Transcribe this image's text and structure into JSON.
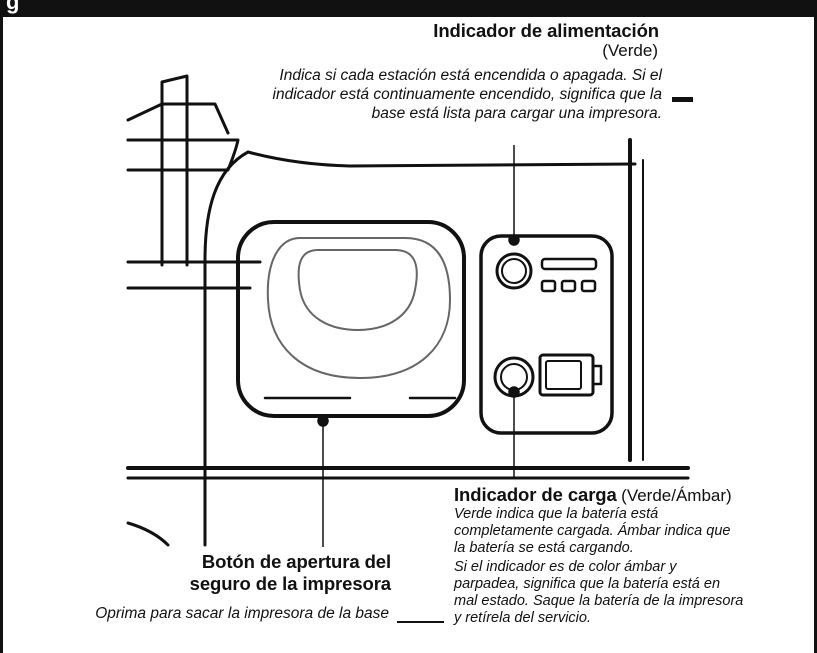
{
  "header_letter": "g",
  "power": {
    "title": "Indicador de alimentación",
    "color": "(Verde)",
    "desc": [
      "Indica si cada estación está encendida o apagada. Si el",
      "indicador está continuamente encendido, significa que la",
      "base está lista para cargar una impresora."
    ]
  },
  "charge": {
    "title": "Indicador de carga",
    "color": "(Verde/Ámbar)",
    "desc": [
      "Verde indica que la batería está",
      "completamente cargada. Ámbar indica que",
      "la batería se está cargando.",
      "Si el indicador es de color ámbar y",
      "parpadea, significa que la batería está en",
      "mal estado. Saque la batería de la impresora",
      "y retírela del servicio."
    ]
  },
  "release": {
    "title_lines": [
      "Botón de apertura del",
      "seguro de la impresora"
    ],
    "desc": "Oprima para sacar la impresora de la base"
  }
}
